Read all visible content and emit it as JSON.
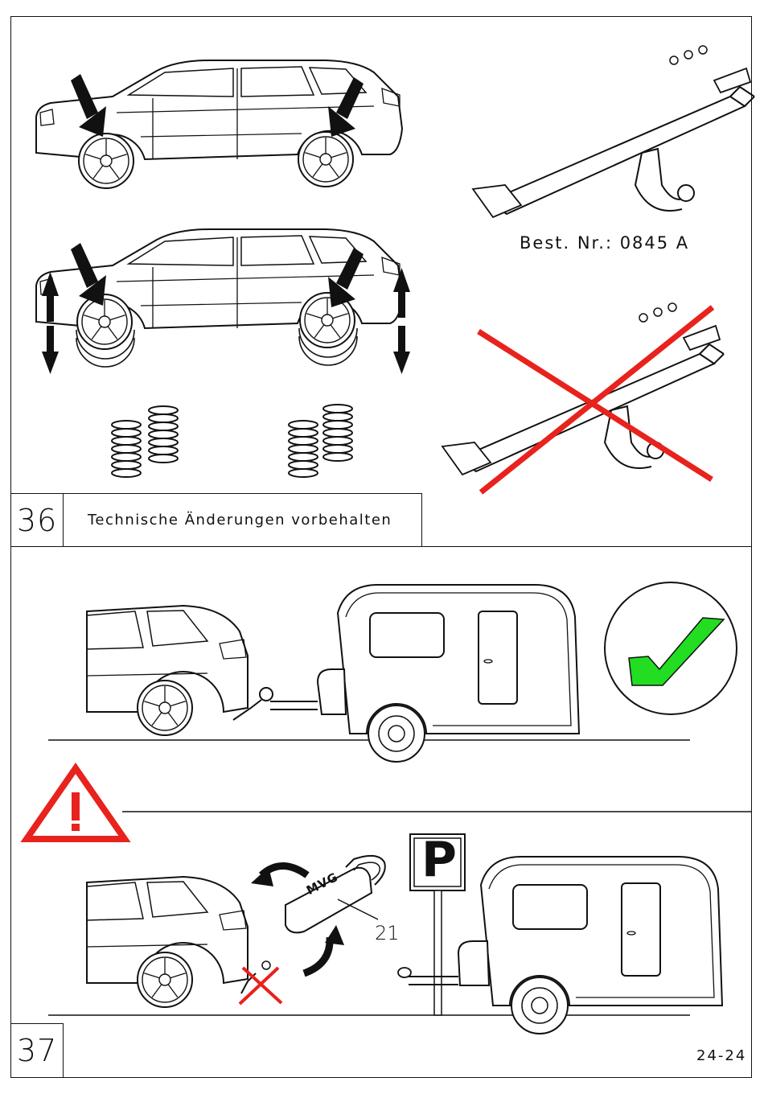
{
  "panels": [
    {
      "number": "36",
      "note": "Technische Änderungen vorbehalten",
      "part_label": "Best. Nr.: 0845 A"
    },
    {
      "number": "37",
      "callout_number": "21",
      "tag_text": "MVG",
      "sign_letter": "P",
      "page_ref": "24-24"
    }
  ],
  "colors": {
    "line": "#111111",
    "cross": "#e8221d",
    "check": "#22dd22",
    "warning": "#e8221d"
  },
  "icons": [
    "warning-triangle-icon",
    "checkmark-icon",
    "red-cross-icon",
    "parking-sign-icon",
    "rotate-arrow-icon"
  ]
}
